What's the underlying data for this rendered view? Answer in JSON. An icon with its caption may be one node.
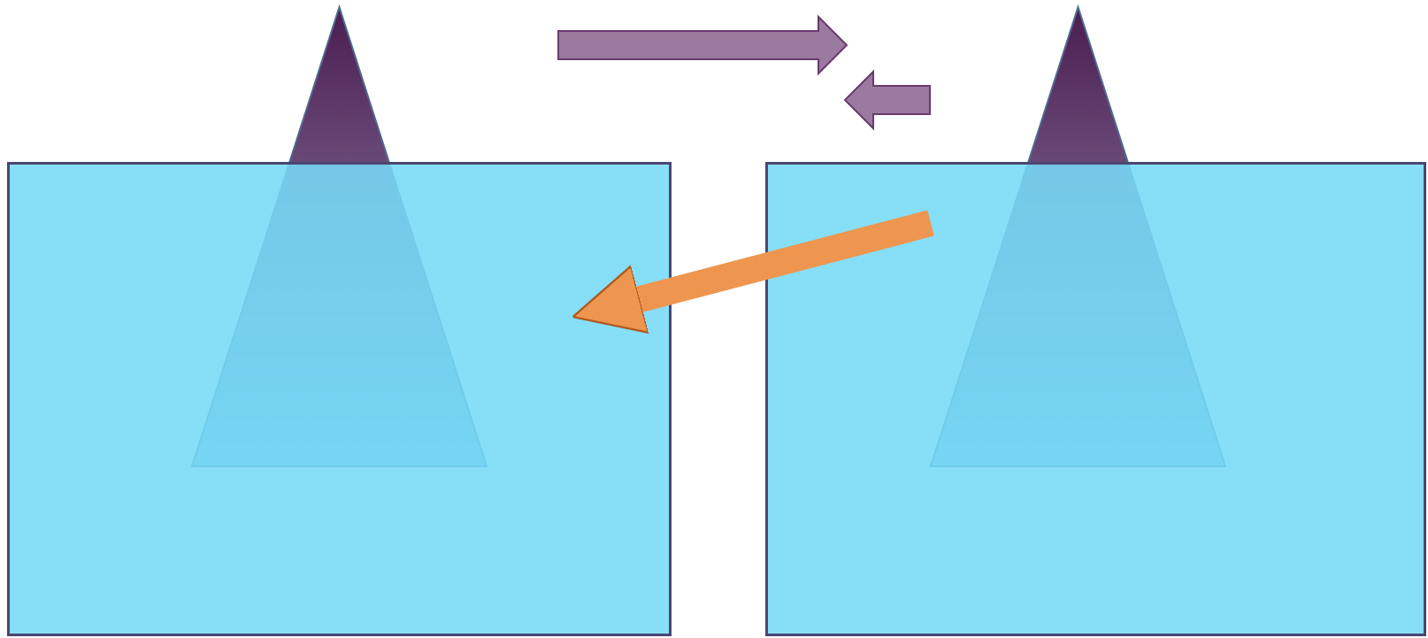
{
  "diagram": {
    "nodes": [
      {
        "text": [],
        "shape": "box"
      },
      {
        "text": [],
        "shape": "triangle"
      },
      {
        "text": [],
        "shape": "box"
      },
      {
        "text": [],
        "shape": "triangle"
      }
    ],
    "edges": [
      {
        "from": 2,
        "to": 0,
        "arrow": "to",
        "color": "#ee9650"
      }
    ]
  }
}
